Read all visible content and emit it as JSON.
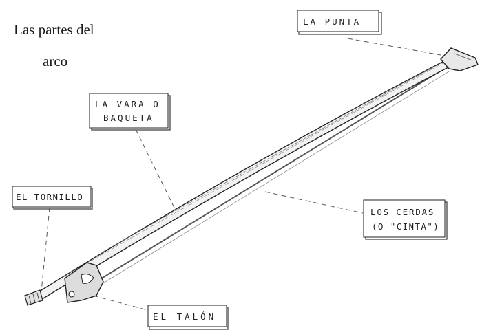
{
  "title": {
    "line1": "Las partes del",
    "line2": "arco"
  },
  "labels": {
    "punta": "LA PUNTA",
    "vara_line1": "LA VARA O",
    "vara_line2": "BAQUETA",
    "tornillo": "EL TORNILLO",
    "cerdas_line1": "LOS CERDAS",
    "cerdas_line2": "(O \"CINTA\")",
    "talon": "EL TALÓN"
  },
  "colors": {
    "ink": "#333333",
    "background": "#ffffff"
  }
}
